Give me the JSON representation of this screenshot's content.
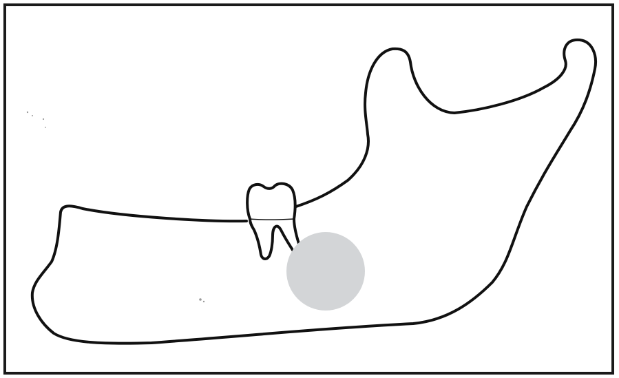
{
  "diagram": {
    "colors": {
      "background": "#ffffff",
      "outline": "#111111",
      "frame": "#1a1a1a",
      "lesion_fill": "#d3d5d7",
      "specks": "#9a9a9a"
    },
    "elements": [
      "mandible-outline",
      "molar-tooth",
      "radiolucent-lesion"
    ]
  }
}
